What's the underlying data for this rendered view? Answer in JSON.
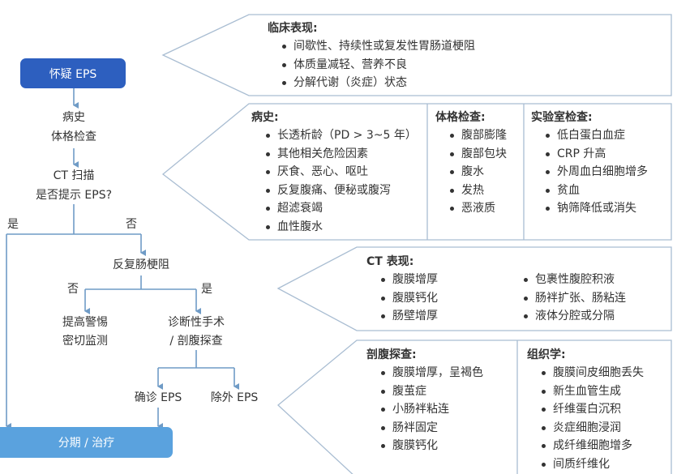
{
  "flow": {
    "start": "怀疑 EPS",
    "step1": [
      "病史",
      "体格检查"
    ],
    "step2": [
      "CT 扫描",
      "是否提示 EPS?"
    ],
    "yes1": "是",
    "no1": "否",
    "step3": "反复肠梗阻",
    "no2": "否",
    "yes2": "是",
    "step4_no": [
      "提高警惕",
      "密切监测"
    ],
    "step4_yes": [
      "诊断性手术",
      "/ 剖腹探查"
    ],
    "confirm": "确诊 EPS",
    "exclude": "除外 EPS",
    "end": "分期 / 治疗"
  },
  "callouts": {
    "clinical": {
      "title": "临床表现:",
      "items": [
        "间歇性、持续性或复发性胃肠道梗阻",
        "体质量减轻、营养不良",
        "分解代谢（炎症）状态"
      ]
    },
    "history": {
      "title": "病史:",
      "items": [
        "长透析龄（PD > 3~5 年）",
        "其他相关危险因素",
        "厌食、恶心、呕吐",
        "反复腹痛、便秘或腹泻",
        "超滤衰竭",
        "血性腹水"
      ]
    },
    "physical": {
      "title": "体格检查:",
      "items": [
        "腹部膨隆",
        "腹部包块",
        "腹水",
        "发热",
        "恶液质"
      ]
    },
    "lab": {
      "title": "实验室检查:",
      "items": [
        "低白蛋白血症",
        "CRP 升高",
        "外周血白细胞增多",
        "贫血",
        "钠筛降低或消失"
      ]
    },
    "ct": {
      "title": "CT 表现:",
      "items_left": [
        "腹膜增厚",
        "腹膜钙化",
        "肠壁增厚"
      ],
      "items_right": [
        "包裹性腹腔积液",
        "肠袢扩张、肠粘连",
        "液体分腔或分隔"
      ]
    },
    "laparotomy": {
      "title": "剖腹探查:",
      "items": [
        "腹膜增厚，呈褐色",
        "腹茧症",
        "小肠袢粘连",
        "肠袢固定",
        "腹膜钙化"
      ]
    },
    "histology": {
      "title": "组织学:",
      "items": [
        "腹膜间皮细胞丢失",
        "新生血管生成",
        "纤维蛋白沉积",
        "炎症细胞浸润",
        "成纤维细胞增多",
        "间质纤维化"
      ]
    }
  },
  "colors": {
    "primary": "#2d5fbf",
    "secondary": "#5aa2de",
    "line": "#6f9bc6",
    "outline": "#a9bdd2"
  }
}
